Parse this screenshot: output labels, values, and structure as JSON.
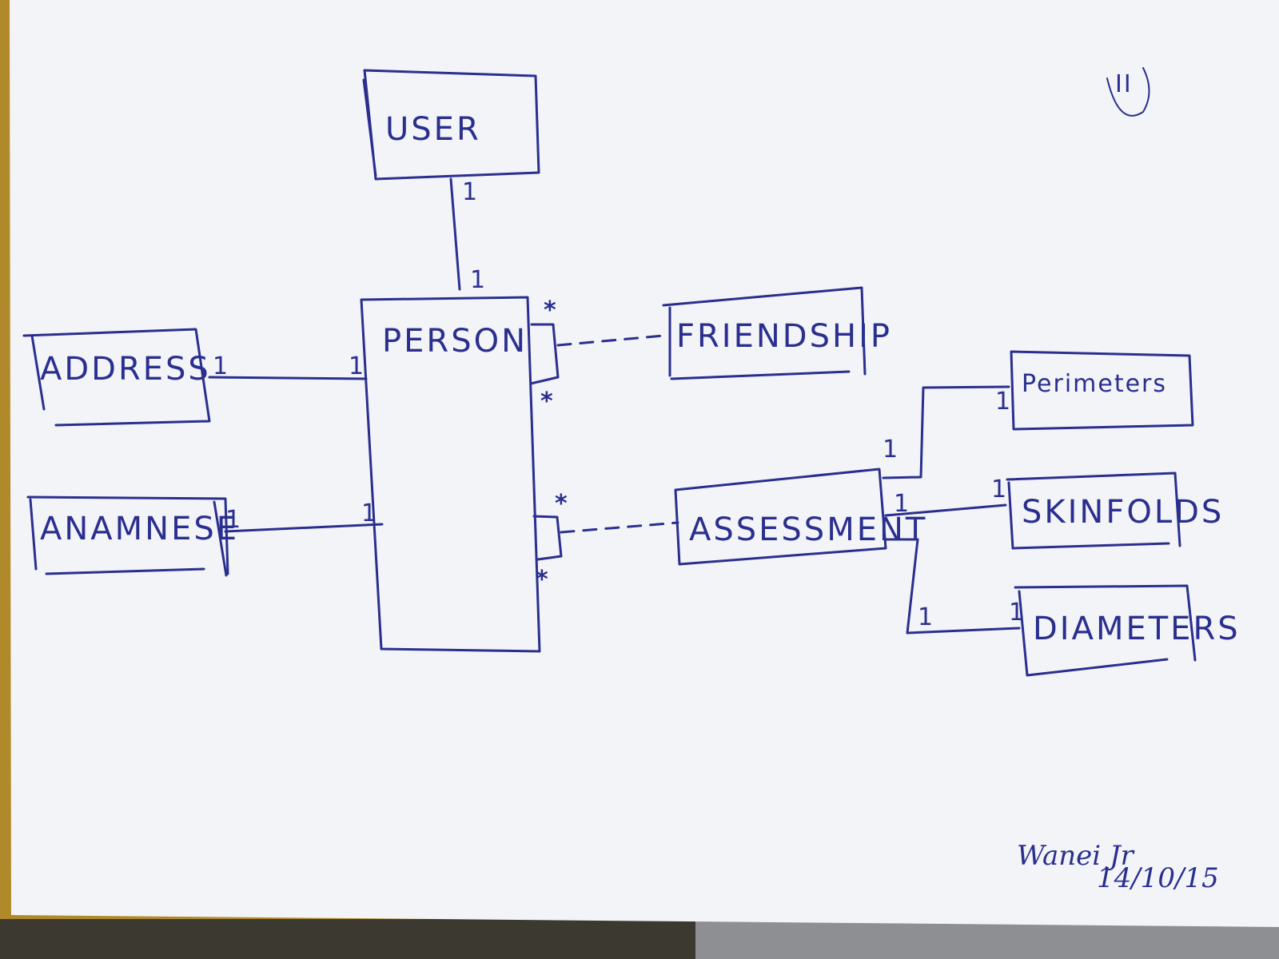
{
  "colors": {
    "paper": "#f3f4f7",
    "ink": "#2a2f8f",
    "tablecloth": "#c9a33a"
  },
  "entities": {
    "user": "USER",
    "person": "PERSON",
    "address": "ADDRESS",
    "anamnese": "ANAMNESE",
    "friendship": "FRIENDSHIP",
    "assessment": "ASSESSMENT",
    "perimeters": "Perimeters",
    "skinfolds": "SKINFOLDS",
    "diameters": "DIAMETERS"
  },
  "multiplicity": {
    "one": "1",
    "many": "*"
  },
  "signature": {
    "name": "Wanei Jr",
    "date": "14/10/15"
  },
  "page_mark": "II"
}
